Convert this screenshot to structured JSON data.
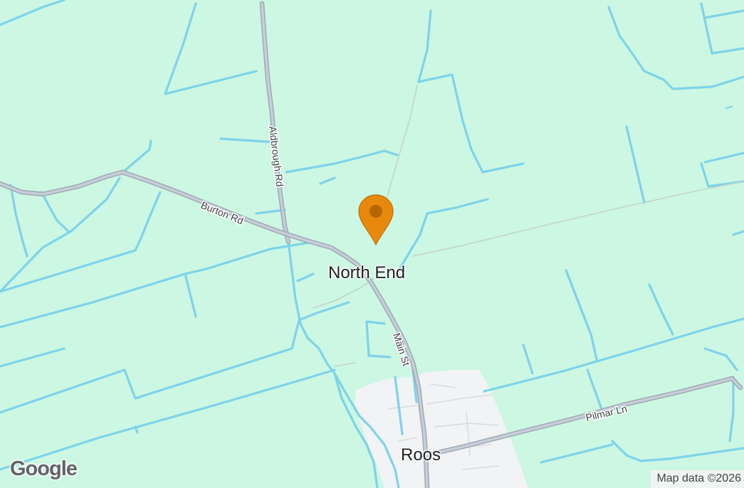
{
  "map": {
    "places": {
      "north_end": "North End",
      "roos": "Roos"
    },
    "roads": {
      "aldbrough_rd": "Aldbrough Rd",
      "burton_rd": "Burton Rd",
      "main_st": "Main St",
      "pilmar_ln": "Pilmar Ln"
    },
    "marker": {
      "icon": "map-pin-icon",
      "color": "#e8890c"
    },
    "logo": "Google",
    "attribution": "Map data ©2026"
  },
  "colors": {
    "land": "#ccf7e2",
    "water": "#7ed3ea",
    "road": "#c6ced8",
    "town": "#f1f3f4"
  }
}
